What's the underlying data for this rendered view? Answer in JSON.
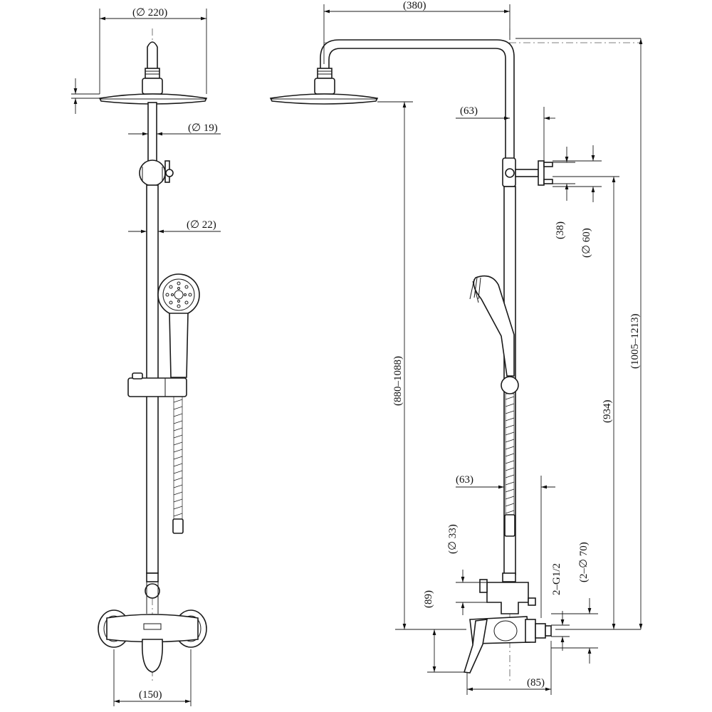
{
  "dimensions": {
    "head_diameter": "(∅ 220)",
    "arm_length": "(380)",
    "pipe_upper_diameter": "(∅ 19)",
    "pipe_lower_diameter": "(∅ 22)",
    "wall_offset_upper": "(63)",
    "wall_offset_lower": "(63)",
    "bracket_height": "(38)",
    "bracket_diameter": "(∅ 60)",
    "head_height_range": "(880–1088)",
    "overall_height_range": "(1005–1213)",
    "bracket_to_inlet": "(934)",
    "diverter_diameter": "(∅ 33)",
    "inlet_thread": "2–G1/2",
    "escutcheon_diameter": "(2–∅ 70)",
    "mixer_height": "(89)",
    "mixer_depth": "(85)",
    "inlet_centers": "(150)"
  }
}
